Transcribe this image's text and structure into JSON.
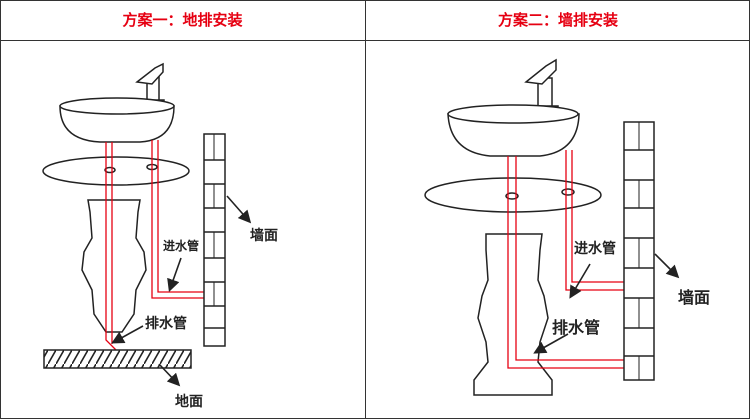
{
  "panels": [
    {
      "title": "方案一：地排安装",
      "labels": {
        "water_inlet": "进水管",
        "drain": "排水管",
        "wall": "墙面",
        "floor": "地面"
      }
    },
    {
      "title": "方案二：墙排安装",
      "labels": {
        "water_inlet": "进水管",
        "drain": "排水管",
        "wall": "墙面"
      }
    }
  ],
  "colors": {
    "title": "#e60012",
    "pipe": "#e60012",
    "line": "#222222",
    "border": "#333333"
  }
}
